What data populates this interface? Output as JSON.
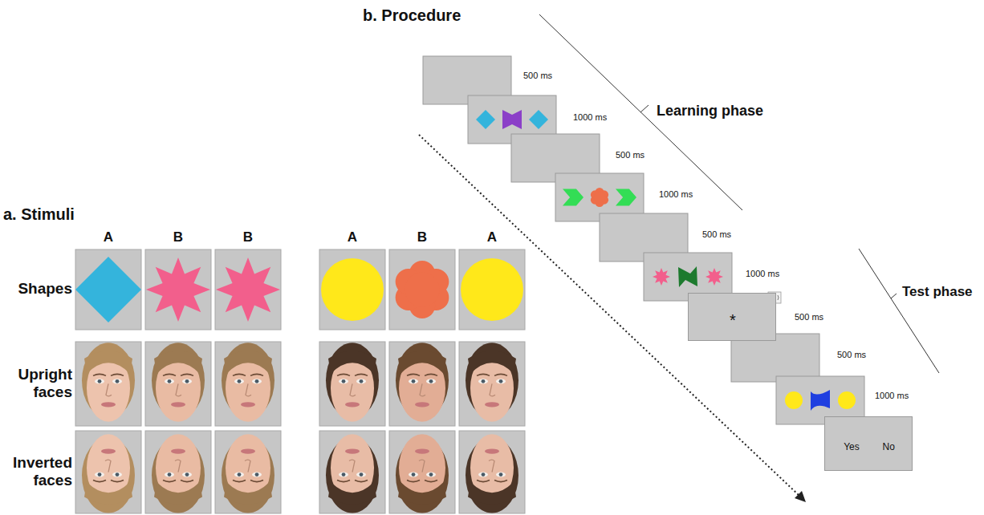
{
  "diagram": {
    "nodes": [
      {
        "text": [
          "*"
        ]
      },
      {
        "text": [
          "Yes",
          "No"
        ]
      }
    ],
    "labels": [
      "a. Stimuli",
      "A",
      "B",
      "B",
      "A",
      "B",
      "A",
      "Shapes",
      "Upright faces",
      "Inverted faces",
      "b. Procedure",
      "Learning phase",
      "Test phase",
      "500 ms",
      "1000 ms",
      "500 ms",
      "1000 ms",
      "500 ms",
      "1000 ms",
      "500 ms",
      "500 ms",
      "1000 ms"
    ]
  }
}
